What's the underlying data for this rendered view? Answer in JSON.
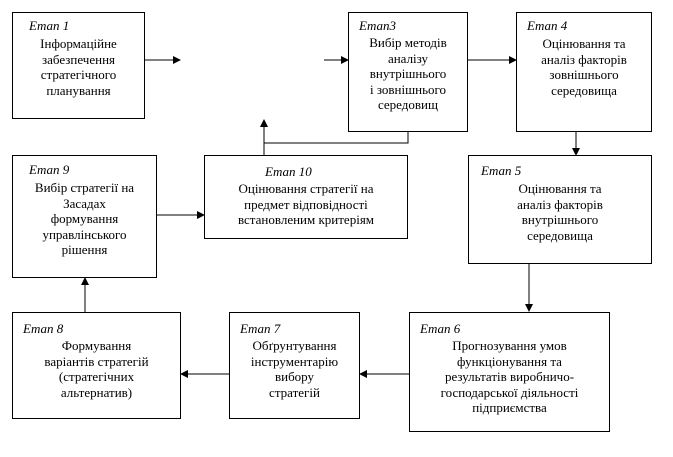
{
  "stages": {
    "s1": {
      "stage": "Етап 1",
      "text": "Інформаційне\nзабезпечення\nстратегічного\nпланування"
    },
    "s3": {
      "stage": "Етап3",
      "text": "Вибір методів\nаналізу\nвнутрішнього\nі зовнішнього\nсередовищ"
    },
    "s4": {
      "stage": "Етап 4",
      "text": "Оцінювання та\nаналіз факторів\nзовнішнього\nсередовища"
    },
    "s5": {
      "stage": "Етап 5",
      "text": "Оцінювання та\nаналіз факторів\nвнутрішнього\nсередовища"
    },
    "s6": {
      "stage": "Етап 6",
      "text": "Прогнозування умов\nфункціонування та\nрезультатів виробничо-\nгосподарської діяльності\nпідприємства"
    },
    "s7": {
      "stage": "Етап 7",
      "text": "Обґрунтування\nінструментарію\nвибору\nстратегій"
    },
    "s8": {
      "stage": "Етап 8",
      "text": "Формування\nваріантів стратегій\n(стратегічних\nальтернатив)"
    },
    "s9": {
      "stage": "Етап 9",
      "text": "Вибір стратегії на\nЗасадах\nформування\nуправлінського\nрішення"
    },
    "s10": {
      "stage": "Етап 10",
      "text": "Оцінювання стратегії на\nпредмет відповідності\nвстановленим критеріям"
    }
  }
}
